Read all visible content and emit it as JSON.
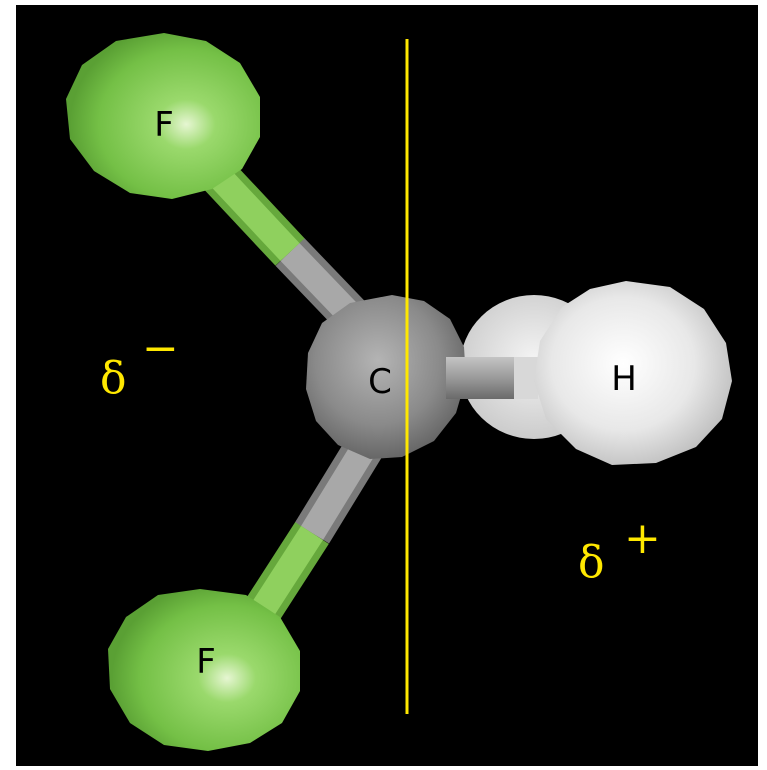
{
  "atoms": {
    "fluorine_top": {
      "label": "F"
    },
    "fluorine_bottom": {
      "label": "F"
    },
    "carbon": {
      "label": "C"
    },
    "hydrogen_front": {
      "label": "H"
    }
  },
  "annotations": {
    "partial_negative": {
      "symbol": "δ",
      "sign": "−"
    },
    "partial_positive": {
      "symbol": "δ",
      "sign": "+"
    }
  },
  "colors": {
    "background": "#000000",
    "fluorine": "#7ec850",
    "carbon": "#8c8c8c",
    "hydrogen": "#e6e6e6",
    "dipole_divider": "#ffe800",
    "annotation": "#ffe800"
  }
}
